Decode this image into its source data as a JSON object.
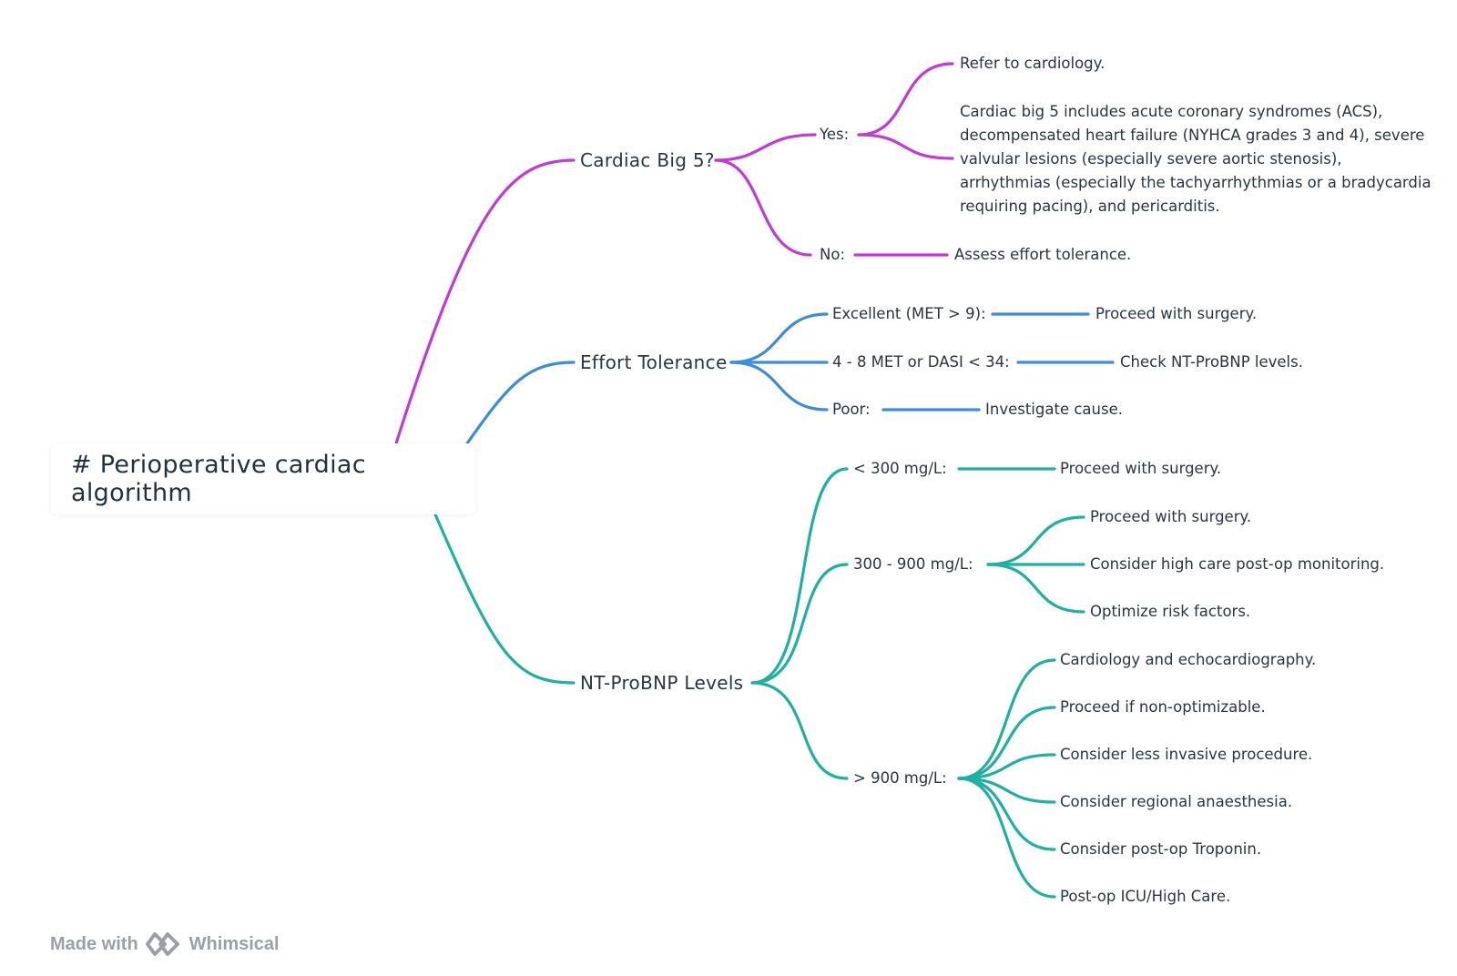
{
  "root": {
    "label": "# Perioperative cardiac algorithm"
  },
  "colors": {
    "big5": "#c13ad6",
    "effort": "#3b8ddc",
    "bnp": "#1fb0a2",
    "text": "#2b3440"
  },
  "branches": {
    "big5": {
      "label": "Cardiac Big 5?",
      "yes": {
        "label": "Yes:",
        "refer": "Refer to cardiology.",
        "detail": "Cardiac big 5 includes acute coronary syndromes (ACS), decompensated heart failure (NYHCA grades 3 and 4), severe valvular lesions (especially severe aortic stenosis), arrhythmias (especially the tachyarrhythmias or a bradycardia requiring pacing), and pericarditis."
      },
      "no": {
        "label": "No:",
        "result": "Assess effort tolerance."
      }
    },
    "effort": {
      "label": "Effort Tolerance",
      "excellent": {
        "label": "Excellent (MET > 9):",
        "result": "Proceed with surgery."
      },
      "moderate": {
        "label": "4 - 8 MET or DASI < 34:",
        "result": "Check NT-ProBNP levels."
      },
      "poor": {
        "label": "Poor:",
        "result": "Investigate cause."
      }
    },
    "bnp": {
      "label": "NT-ProBNP Levels",
      "low": {
        "label": "< 300 mg/L:",
        "result": "Proceed with surgery."
      },
      "mid": {
        "label": "300 - 900 mg/L:",
        "results": [
          "Proceed with surgery.",
          "Consider high care post-op monitoring.",
          "Optimize risk factors."
        ]
      },
      "high": {
        "label": "> 900 mg/L:",
        "results": [
          "Cardiology and echocardiography.",
          "Proceed if non-optimizable.",
          "Consider less invasive procedure.",
          "Consider regional anaesthesia.",
          "Consider post-op Troponin.",
          "Post-op ICU/High Care."
        ]
      }
    }
  },
  "footer": {
    "made_with": "Made with",
    "brand": "Whimsical"
  }
}
